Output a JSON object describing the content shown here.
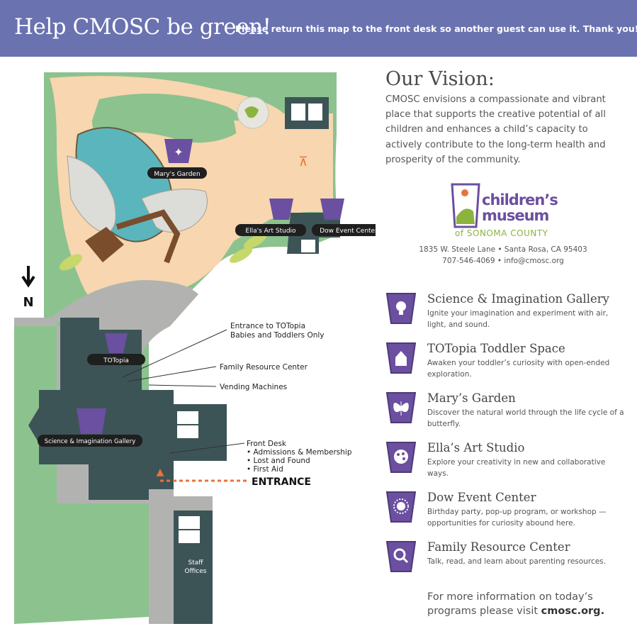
{
  "banner": {
    "title": "Help CMOSC be green!",
    "subtitle": "Please return this map to the front desk so another guest can use it. Thank you!"
  },
  "map": {
    "north_label": "N",
    "labels": {
      "marys_garden": "Mary's Garden",
      "ellas_art_studio": "Ella's Art Studio",
      "dow_event_center": "Dow Event Center",
      "totopia": "TOTopia",
      "science_gallery": "Science & Imagination Gallery",
      "staff_offices_1": "Staff",
      "staff_offices_2": "Offices",
      "entrance": "ENTRANCE"
    },
    "callouts": {
      "totopia_entrance_1": "Entrance to TOTopia",
      "totopia_entrance_2": "Babies and Toddlers Only",
      "family_resource": "Family Resource Center",
      "vending": "Vending Machines",
      "front_desk": "Front Desk",
      "front_desk_items": [
        "• Admissions & Membership",
        "• Lost and Found",
        "• First Aid"
      ]
    }
  },
  "vision": {
    "title": "Our Vision:",
    "text": "CMOSC envisions a compassionate and vibrant place that supports the creative potential of all children and enhances a child’s capacity to actively contribute to the long-term health and prosperity of the community."
  },
  "logo": {
    "line1": "children’s",
    "line2": "museum",
    "line3": "of SONOMA COUNTY",
    "address": "1835 W. Steele Lane • Santa Rosa, CA 95403",
    "contact": "707-546-4069 • info@cmosc.org"
  },
  "legend": [
    {
      "icon": "lightbulb-icon",
      "title": "Science & Imagination Gallery",
      "desc": "Ignite your imagination and experiment with air, light, and sound."
    },
    {
      "icon": "house-icon",
      "title": "TOTopia Toddler Space",
      "desc": "Awaken your toddler’s curiosity with open-ended exploration."
    },
    {
      "icon": "butterfly-icon",
      "title": "Mary’s Garden",
      "desc": "Discover the natural world through the life cycle of a butterfly."
    },
    {
      "icon": "palette-icon",
      "title": "Ella’s Art Studio",
      "desc": "Explore your creativity in new and collaborative ways."
    },
    {
      "icon": "sun-icon",
      "title": "Dow Event Center",
      "desc": "Birthday party, pop-up program, or workshop — opportunities for curiosity abound here."
    },
    {
      "icon": "magnifier-icon",
      "title": "Family Resource Center",
      "desc": "Talk, read, and learn about parenting resources."
    }
  ],
  "footer": {
    "text": "For more information on today’s programs please visit",
    "link": "cmosc.org."
  },
  "colors": {
    "banner": "#6a72b0",
    "grass": "#8cc28e",
    "path": "#f7d6b0",
    "building": "#3d5457",
    "badge": "#6b4fa0",
    "accent": "#e8733a",
    "water": "#5bb5bd"
  }
}
